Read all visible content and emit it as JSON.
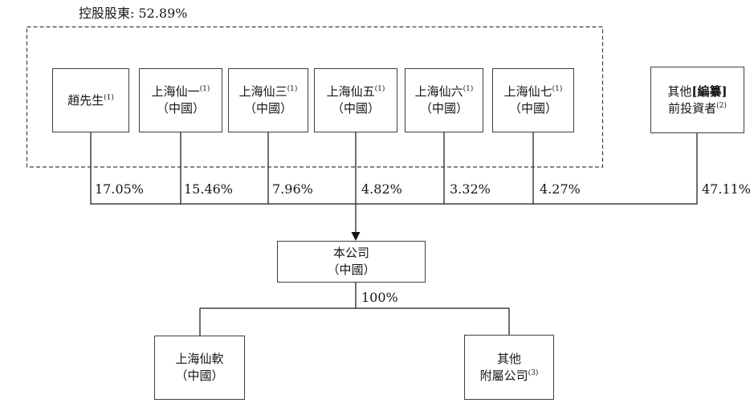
{
  "header": {
    "label": "控股股東: 52.89%"
  },
  "shareholders": [
    {
      "name": "趙先生",
      "sup": "(1)",
      "location": "",
      "pct": "17.05%"
    },
    {
      "name": "上海仙一",
      "sup": "(1)",
      "location": "（中國）",
      "pct": "15.46%"
    },
    {
      "name": "上海仙三",
      "sup": "(1)",
      "location": "（中國）",
      "pct": "7.96%"
    },
    {
      "name": "上海仙五",
      "sup": "(1)",
      "location": "（中國）",
      "pct": "4.82%"
    },
    {
      "name": "上海仙六",
      "sup": "(1)",
      "location": "（中國）",
      "pct": "3.32%"
    },
    {
      "name": "上海仙七",
      "sup": "(1)",
      "location": "（中國）",
      "pct": "4.27%"
    }
  ],
  "other_investors": {
    "line1_prefix": "其他",
    "line1_redacted": "[編纂]",
    "line2": "前投資者",
    "sup": "(2)",
    "pct": "47.11%"
  },
  "company": {
    "line1": "本公司",
    "line2": "（中國）",
    "ownership": "100%"
  },
  "subsidiaries": [
    {
      "line1": "上海仙軟",
      "line2": "（中國）",
      "sup": ""
    },
    {
      "line1": "其他",
      "line2": "附屬公司",
      "sup": "(3)"
    }
  ],
  "colors": {
    "line": "#3f3f3f",
    "text": "#161616",
    "bg": "#ffffff"
  }
}
